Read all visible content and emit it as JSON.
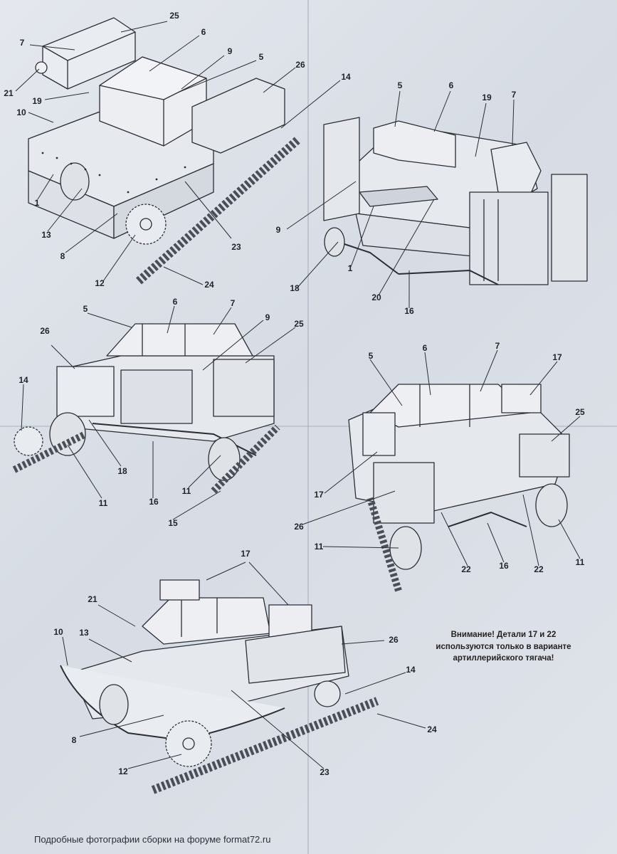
{
  "notice": {
    "line1": "Внимание! Детали 17 и 22",
    "line2": "используются только в варианте",
    "line3": "артиллерийского тягача!"
  },
  "footer_text": "Подробные фотографии сборки на форуме format72.ru",
  "views": [
    {
      "id": "view-top-left",
      "labels": [
        "25",
        "7",
        "6",
        "9",
        "5",
        "26",
        "21",
        "19",
        "14",
        "10",
        "1",
        "13",
        "8",
        "23",
        "12",
        "24"
      ]
    },
    {
      "id": "view-top-right",
      "labels": [
        "5",
        "6",
        "19",
        "7",
        "9",
        "1",
        "18",
        "20",
        "16"
      ]
    },
    {
      "id": "view-middle-left",
      "labels": [
        "5",
        "6",
        "7",
        "9",
        "26",
        "25",
        "14",
        "18",
        "11",
        "16",
        "11",
        "15"
      ]
    },
    {
      "id": "view-middle-right",
      "labels": [
        "5",
        "6",
        "7",
        "17",
        "25",
        "17",
        "26",
        "11",
        "22",
        "16",
        "22",
        "11"
      ]
    },
    {
      "id": "view-bottom",
      "labels": [
        "17",
        "21",
        "10",
        "13",
        "26",
        "14",
        "8",
        "24",
        "12",
        "23"
      ]
    }
  ]
}
